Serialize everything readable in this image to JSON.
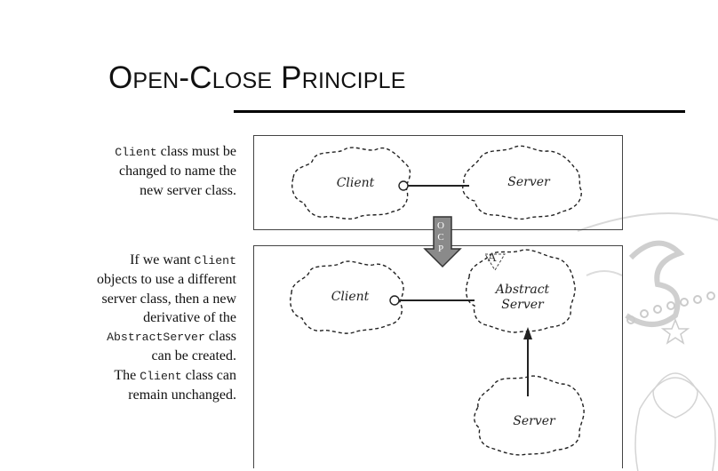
{
  "slide": {
    "title": "Open-Close Principle"
  },
  "notes": {
    "first": {
      "code": "Client",
      "after_code": " class must be changed to name the new server class."
    },
    "second": {
      "lead": "If we want ",
      "code1": "Client",
      "mid1": " objects to use a different server class, then a new derivative of the ",
      "code2": "AbstractServer",
      "mid2": " class can be created.",
      "lead2": "The ",
      "code3": "Client",
      "tail": " class can remain unchanged."
    }
  },
  "diagram": {
    "top": {
      "client_label": "Client",
      "server_label": "Server"
    },
    "arrow": {
      "letters": [
        "O",
        "C",
        "P"
      ],
      "fill": "#8a8a8a"
    },
    "bottom": {
      "client_label": "Client",
      "abstract_label_line1": "Abstract",
      "abstract_label_line2": "Server",
      "abstract_badge": "A",
      "server_label": "Server"
    }
  },
  "colors": {
    "background": "#ffffff",
    "text": "#111111",
    "watermark": "#9a9a9a"
  }
}
